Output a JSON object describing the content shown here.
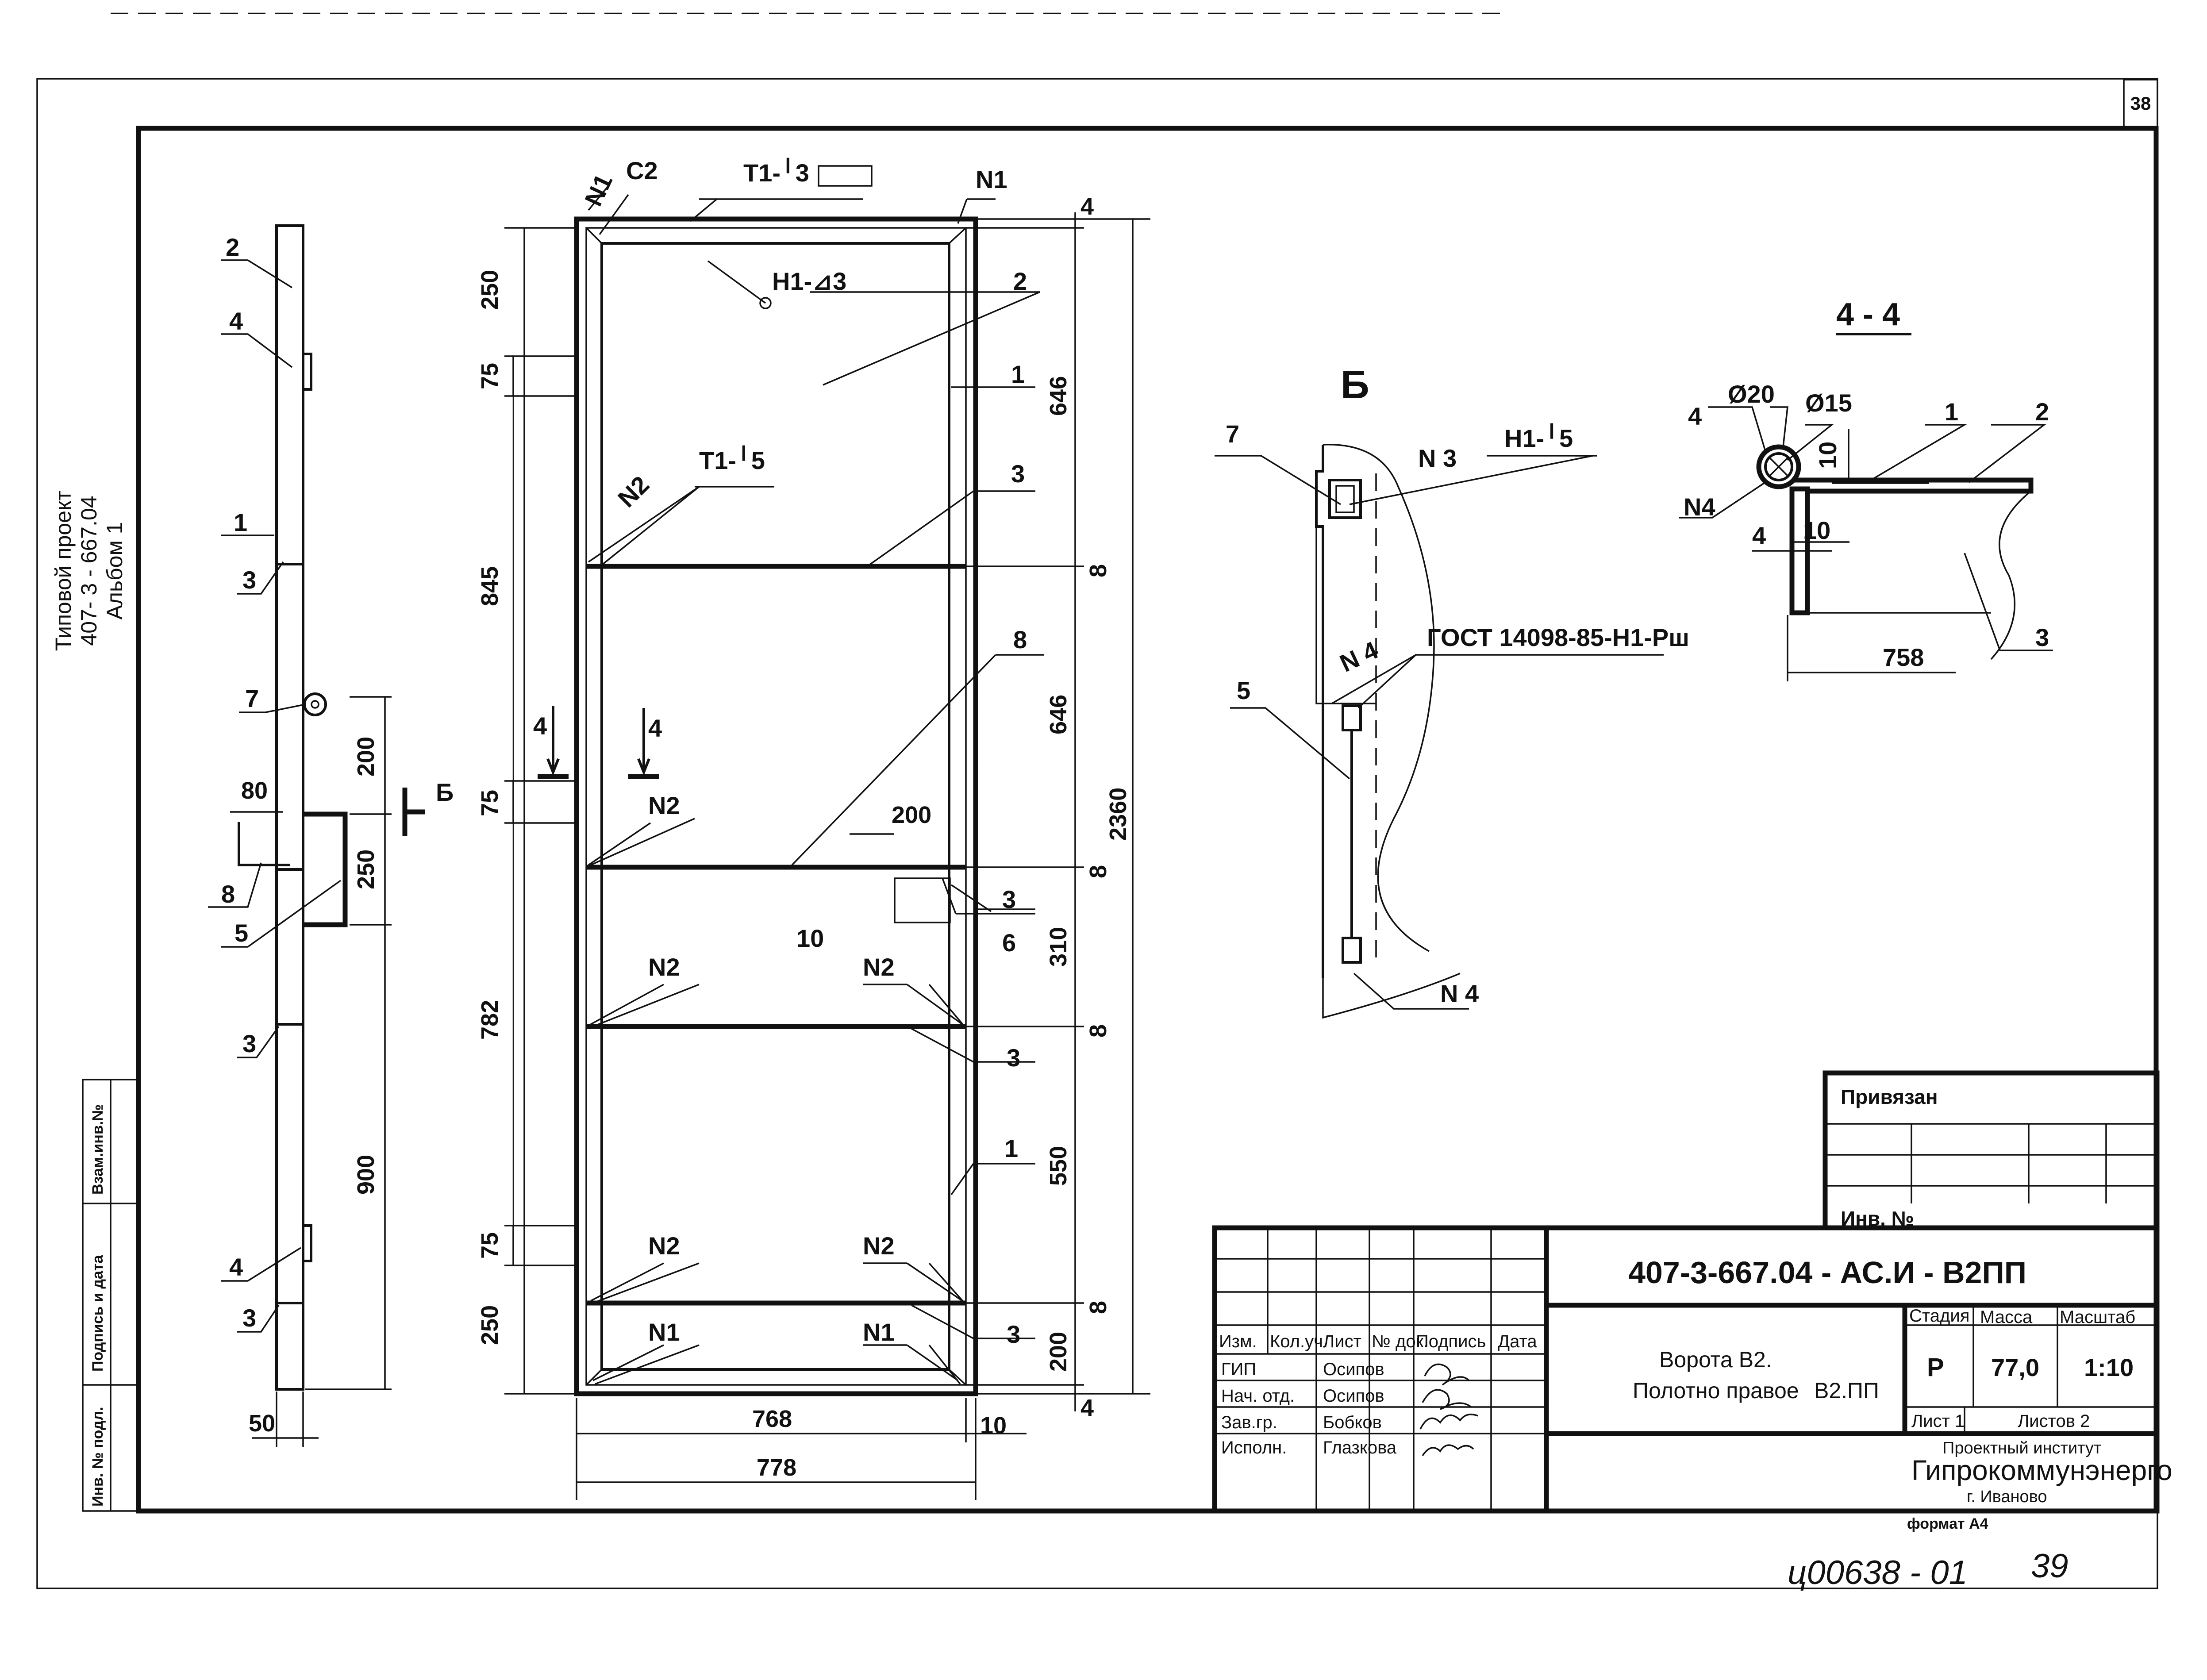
{
  "sheet": {
    "page_number": "38",
    "side_caption": [
      "Типовой проект",
      "407- 3 - 667.04",
      "Альбом 1"
    ],
    "left_stamp": [
      "Взам.инв.№",
      "Подпись и дата",
      "Инв. № подл."
    ],
    "format": "формат А4",
    "archive_number": "ц00638 - 01",
    "archive_page": "39"
  },
  "side_view": {
    "labels": [
      "2",
      "4",
      "1",
      "3",
      "7",
      "8",
      "5",
      "3",
      "4",
      "3"
    ],
    "dims": [
      "80",
      "200",
      "250",
      "900",
      "50"
    ],
    "section_mark": "Б"
  },
  "front_view": {
    "top_labels": {
      "n1_left": "N1",
      "c2": "C2",
      "t1": "T1-╵3",
      "n1_right": "N1",
      "h1": "H1-⊿3"
    },
    "parts": [
      "2",
      "1",
      "3",
      "8",
      "3",
      "6",
      "3",
      "1",
      "3",
      "10"
    ],
    "welds": {
      "n2a": "N2",
      "t1b": "T1-╵5",
      "n2b": "N2",
      "n2c": "N2",
      "n2d": "N2",
      "n2e": "N2",
      "n2f": "N2",
      "n1a": "N1",
      "n1b": "N1"
    },
    "section_marks": [
      "4",
      "4"
    ],
    "dims_left": [
      "250",
      "75",
      "845",
      "75",
      "782",
      "75",
      "250"
    ],
    "dims_right": [
      "4",
      "646",
      "8",
      "646",
      "8",
      "310",
      "8",
      "550",
      "8",
      "200",
      "4"
    ],
    "dim_total": "2360",
    "dims_bottom": [
      "768",
      "10",
      "778"
    ],
    "dim_inner": "200"
  },
  "detail_b": {
    "title": "Б",
    "labels": [
      "7",
      "N 3",
      "H1-╵5",
      "N 4",
      "ГОСТ 14098-85-H1-Рш",
      "5",
      "N 4"
    ]
  },
  "section_44": {
    "title": "4 - 4",
    "labels": {
      "d20": "Ø20",
      "d15": "Ø15",
      "p4": "4",
      "p1": "1",
      "p2": "2",
      "n4": "N4",
      "d10a": "10",
      "d4": "4",
      "d10b": "10",
      "d758": "758",
      "p3": "3"
    }
  },
  "title_block": {
    "attached": "Привязан",
    "inv": "Инв. №",
    "designation": "407-3-667.04 - АС.И - В2ПП",
    "columns": [
      "Изм.",
      "Кол.уч.",
      "Лист",
      "№ док.",
      "Подпись",
      "Дата"
    ],
    "roles": [
      {
        "role": "ГИП",
        "name": "Осипов"
      },
      {
        "role": "Нач. отд.",
        "name": "Осипов"
      },
      {
        "role": "Зав.гр.",
        "name": "Бобков"
      },
      {
        "role": "Исполн.",
        "name": "Глазкова"
      }
    ],
    "title_line1": "Ворота В2.",
    "title_line2": "Полотно правое",
    "mark": "В2.ПП",
    "stage_hdr": "Стадия",
    "mass_hdr": "Масса",
    "scale_hdr": "Масштаб",
    "stage": "Р",
    "mass": "77,0",
    "scale": "1:10",
    "sheet_label": "Лист 1",
    "sheets_label": "Листов 2",
    "org1": "Проектный институт",
    "org2": "Гипрокоммунэнерго",
    "org3": "г. Иваново"
  }
}
